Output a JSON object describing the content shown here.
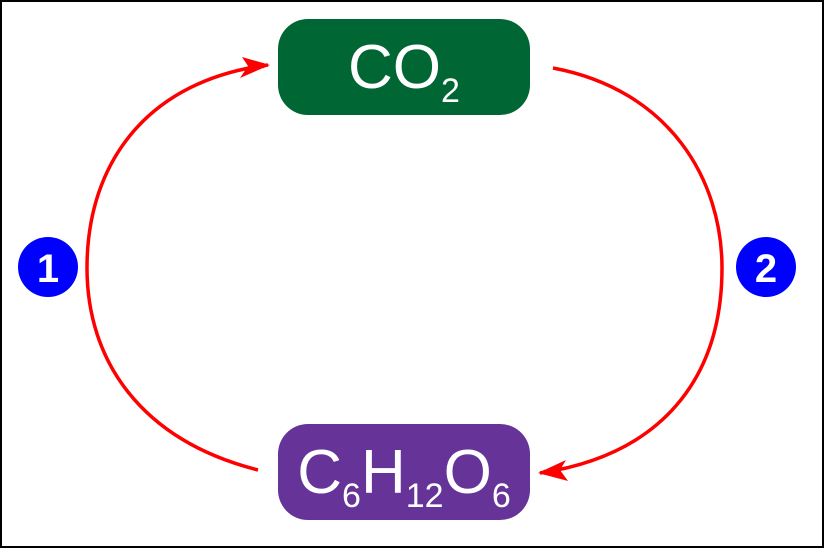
{
  "nodes": {
    "top": {
      "main": "CO",
      "sub": "2",
      "color": "#006633"
    },
    "bottom": {
      "parts": [
        {
          "main": "C",
          "sub": "6"
        },
        {
          "main": "H",
          "sub": "12"
        },
        {
          "main": "O",
          "sub": "6"
        }
      ],
      "color": "#663399"
    }
  },
  "steps": [
    {
      "label": "1",
      "color": "#0000ff"
    },
    {
      "label": "2",
      "color": "#0000ff"
    }
  ],
  "arrow_color": "#ff0000"
}
